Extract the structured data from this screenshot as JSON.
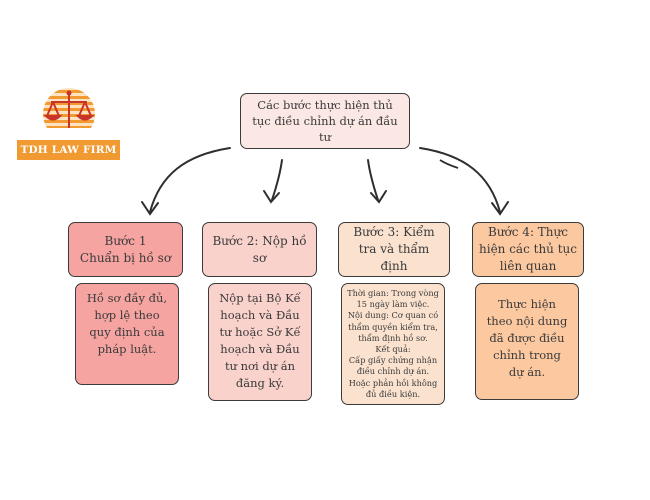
{
  "logo": {
    "text": "TDH LAW FIRM",
    "icon": "scales-of-justice-icon",
    "color": "#f19a31"
  },
  "title": "Các bước thực hiện thủ tục điều chỉnh dự án đầu tư",
  "steps": [
    {
      "title": "Bước 1\nChuẩn bị hồ sơ",
      "detail": "Hồ sơ đầy đủ, hợp lệ theo quy định của pháp luật.",
      "head_color": "#f5a4a1",
      "body_color": "#f5a4a1"
    },
    {
      "title": "Bước 2: Nộp hồ sơ",
      "detail": "Nộp tại Bộ Kế hoạch và Đầu tư hoặc Sở Kế hoạch và Đầu tư nơi dự án đăng ký.",
      "head_color": "#f9d2cc",
      "body_color": "#f9d2cc"
    },
    {
      "title": "Bước 3: Kiểm tra và thẩm định",
      "detail": "Thời gian: Trong vòng 15 ngày làm việc.\nNội dung: Cơ quan có thẩm quyền kiểm tra, thẩm định hồ sơ.\nKết quả:\nCấp giấy chứng nhận điều chỉnh dự án.\nHoặc phản hồi không đủ điều kiện.",
      "head_color": "#fae2cf",
      "body_color": "#fae2cf"
    },
    {
      "title": "Bước 4: Thực hiện các thủ tục liên quan",
      "detail": "Thực hiện theo nội dung đã được điều chỉnh trong dự án.",
      "head_color": "#fbc8a0",
      "body_color": "#fbc8a0"
    }
  ]
}
